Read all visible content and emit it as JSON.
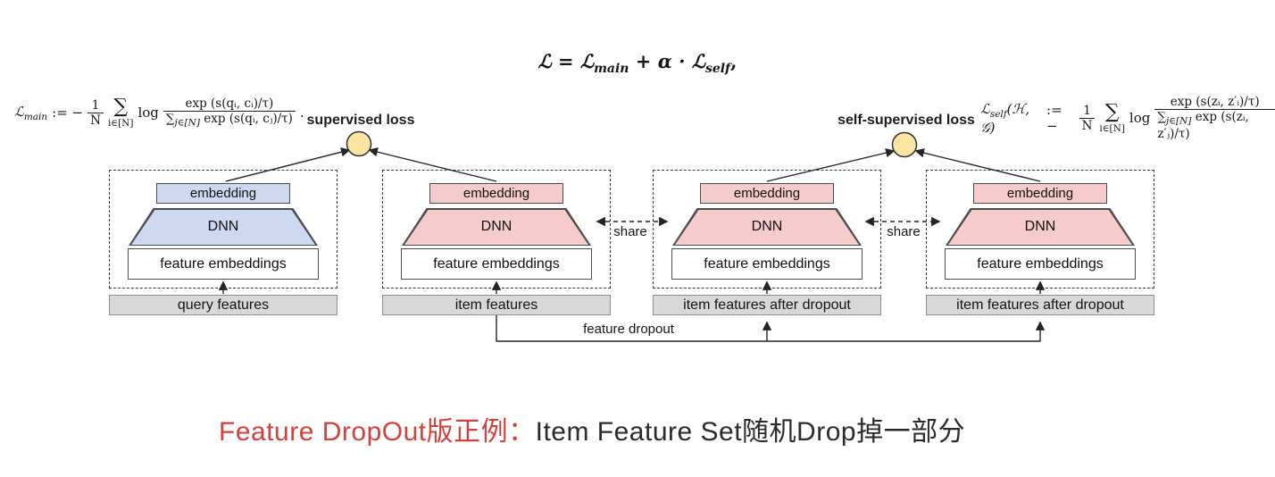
{
  "colors": {
    "query_tower_fill": "#cdd9f1",
    "item_tower_fill": "#f5cccb",
    "loss_node_fill": "#fbe5a3",
    "input_box_fill": "#d8d8d8",
    "caption_red": "#d2413b"
  },
  "loss_total": {
    "l1": "ℒ",
    "eq": "=",
    "l2": "ℒ",
    "sub2": "main",
    "op": "+ α ·",
    "l3": "ℒ",
    "sub3": "self",
    "comma": ","
  },
  "loss_main": {
    "l": "ℒ",
    "sub": "main",
    "assign": ":= −",
    "coef_num": "1",
    "coef_den": "N",
    "sum": "∑",
    "sum_sub": "i∈[N]",
    "log": "log",
    "frac_num": "exp (s(qᵢ, cᵢ)/τ)",
    "den_sum": "∑",
    "den_sub": "j∈[N]",
    "den_rest": "exp (s(qᵢ, cⱼ)/τ)",
    "period": "."
  },
  "loss_self": {
    "l": "ℒ",
    "sub": "self",
    "args": "(ℋ, 𝒢)",
    "assign": ":= −",
    "coef_num": "1",
    "coef_den": "N",
    "sum": "∑",
    "sum_sub": "i∈[N]",
    "log": "log",
    "frac_num": "exp (s(zᵢ, z′ᵢ)/τ)",
    "den_sum": "∑",
    "den_sub": "j∈[N]",
    "den_rest": "exp (s(zᵢ, z′ⱼ)/τ)"
  },
  "labels": {
    "supervised": "supervised loss",
    "self_supervised": "self-supervised loss",
    "share_left": "share",
    "share_right": "share",
    "feature_dropout": "feature dropout"
  },
  "towers": [
    {
      "embedding": "embedding",
      "dnn": "DNN",
      "features": "feature embeddings",
      "input": "query features"
    },
    {
      "embedding": "embedding",
      "dnn": "DNN",
      "features": "feature embeddings",
      "input": "item features"
    },
    {
      "embedding": "embedding",
      "dnn": "DNN",
      "features": "feature embeddings",
      "input": "item features after dropout"
    },
    {
      "embedding": "embedding",
      "dnn": "DNN",
      "features": "feature embeddings",
      "input": "item features after dropout"
    }
  ],
  "caption": {
    "red": "Feature DropOut版正例：",
    "black": "Item Feature Set随机Drop掉一部分"
  }
}
